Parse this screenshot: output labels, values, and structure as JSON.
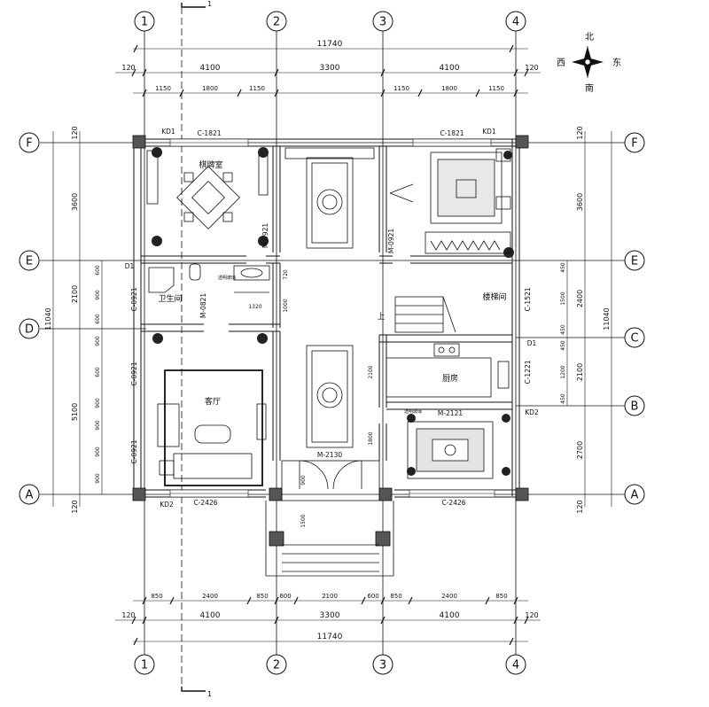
{
  "axes": {
    "columns": [
      "1",
      "2",
      "3",
      "4"
    ],
    "rows": [
      "F",
      "E",
      "D",
      "C",
      "B",
      "A"
    ]
  },
  "section_mark": "1",
  "compass": {
    "north": "北",
    "south": "南",
    "east": "东",
    "west": "西"
  },
  "dims": {
    "total": "11740",
    "wall": "120",
    "top_main": [
      "4100",
      "3300",
      "4100"
    ],
    "top_sub": [
      "1150",
      "1800",
      "1150",
      "1150",
      "1800",
      "1150"
    ],
    "bottom_sub": [
      "850",
      "2400",
      "850",
      "600",
      "2100",
      "600",
      "850",
      "2400",
      "850"
    ],
    "left_outer": "11040",
    "left_mid": [
      "3600",
      "2100",
      "5100"
    ],
    "left_small": [
      "600",
      "900",
      "600",
      "900",
      "600",
      "900",
      "900",
      "900",
      "900"
    ],
    "right_outer": "11040",
    "right_mid": [
      "3600",
      "2400",
      "2100",
      "2700"
    ],
    "right_small": [
      "450",
      "1500",
      "450",
      "450",
      "1200",
      "450"
    ],
    "interior": [
      "720",
      "1320",
      "1000",
      "2100",
      "1800",
      "900",
      "1500"
    ]
  },
  "rooms": {
    "chess": "棋牌室",
    "bath": "卫生间",
    "living": "客厅",
    "stair": "楼梯间",
    "kitchen": "厨房"
  },
  "labels": {
    "window_top_left": "C-1821",
    "window_top_right": "C-1821",
    "kd1_left": "KD1",
    "kd1_right": "KD1",
    "kd1_c": "D1",
    "d1": "D1",
    "kd2_left": "KD2",
    "kd2_right": "KD2",
    "door_0921_a": "M-0921",
    "door_0921_b": "M-0921",
    "door_0821": "M-0821",
    "c0921_a": "C-0921",
    "c0921_b": "C-0921",
    "c0921_c": "C-0921",
    "c1521": "C-1521",
    "c1221": "C-1221",
    "m2121": "M-2121",
    "m2130": "M-2130",
    "c2426_left": "C-2426",
    "c2426_right": "C-2426",
    "up": "上",
    "note_bath": "透明玻璃",
    "note_kitchen": "透明玻璃"
  }
}
